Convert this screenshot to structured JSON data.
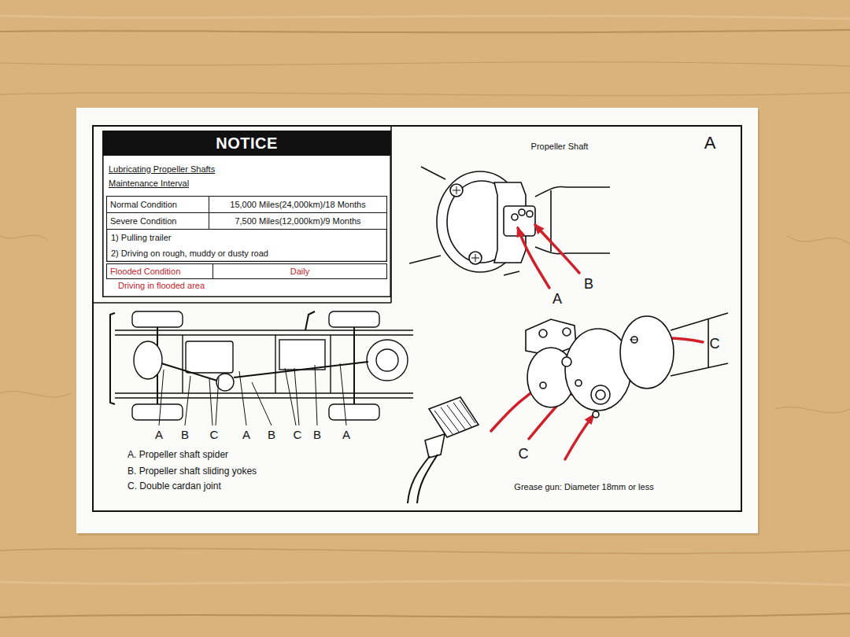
{
  "diagram": {
    "nodes": [
      {
        "text": [
          "Lubricating Propeller Shafts Maintenance Interval",
          "Driving in flooded area"
        ]
      },
      {
        "text": [
          "NOTICE"
        ],
        "in": 0
      },
      {
        "text": [
          "1) Pulling trailer",
          "2) Driving on rough, muddy or dusty road"
        ],
        "in": 0
      },
      {
        "text": [
          "Normal Condition"
        ],
        "in": 2
      },
      {
        "text": [
          "15,000 Miles(24,000km)/18 Months"
        ],
        "in": 2
      },
      {
        "text": [
          "Severe Condition"
        ],
        "in": 2
      },
      {
        "text": [
          "7,500 Miles(12,000km)/9 Months"
        ],
        "in": 2
      },
      {
        "text": [
          "Flooded Condition"
        ],
        "in": 0
      },
      {
        "text": [
          "Daily"
        ],
        "in": 0
      }
    ],
    "labels": [
      "Propeller Shaft",
      "A",
      "A",
      "B",
      "C",
      "C",
      "A",
      "B",
      "C",
      "A",
      "B",
      "C",
      "B",
      "A",
      "A. Propeller shaft spider",
      "B. Propeller shaft sliding yokes",
      "C. Double cardan joint",
      "Grease gun: Diameter 18mm or less"
    ]
  }
}
